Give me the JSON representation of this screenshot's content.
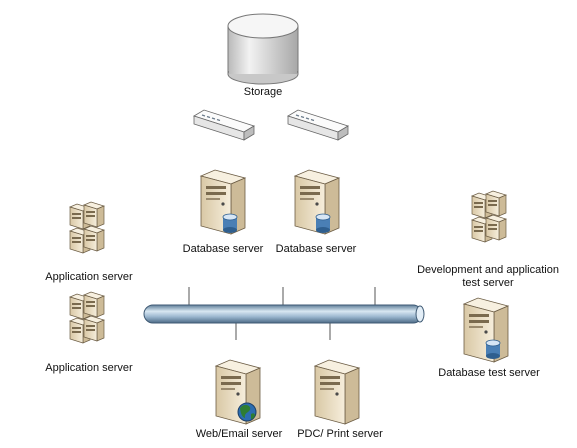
{
  "labels": {
    "storage": "Storage",
    "db1": "Database server",
    "db2": "Database server",
    "app1": "Application server",
    "app2": "Application server",
    "devtest_line1": "Development and application",
    "devtest_line2": "test server",
    "dbtest": "Database test server",
    "web": "Web/Email server",
    "pdc": "PDC/ Print server"
  },
  "colors": {
    "server_body": "#f1e7d2",
    "server_side": "#cdbb98",
    "server_dark": "#7a6a4e",
    "storage_top": "#f4f4f4",
    "storage_body": "#dcdcdc",
    "switch_body": "#eeeeee",
    "switch_ports": "#6a7a8a",
    "bus_light": "#c9dceb",
    "bus_mid": "#9bb7cf",
    "bus_dark": "#5f7e99",
    "db_cylinder": "#3a6ea5",
    "globe": "#2e7d32"
  },
  "icons": [
    "database-storage-icon",
    "network-switch-icon",
    "server-tower-icon",
    "server-rack-icon",
    "database-badge-icon",
    "globe-icon",
    "network-bus-icon"
  ]
}
